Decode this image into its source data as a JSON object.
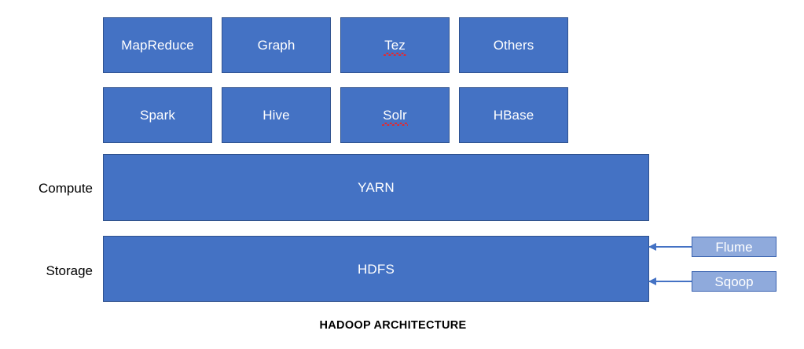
{
  "diagram": {
    "caption": "HADOOP ARCHITECTURE",
    "colors": {
      "component_fill": "#4472C4",
      "component_border": "#2F528F",
      "component_text": "#ffffff",
      "ingest_fill": "#8FAADC",
      "ingest_border": "#3A63B0",
      "arrow": "#4472C4",
      "label_text": "#000000",
      "spellcheck_underline": "#E8262B",
      "background": "#ffffff"
    },
    "processing_row_top": [
      {
        "label": "MapReduce",
        "misspelled": false
      },
      {
        "label": "Graph",
        "misspelled": false
      },
      {
        "label": "Tez",
        "misspelled": true
      },
      {
        "label": "Others",
        "misspelled": false
      }
    ],
    "processing_row_bottom": [
      {
        "label": "Spark",
        "misspelled": false
      },
      {
        "label": "Hive",
        "misspelled": false
      },
      {
        "label": "Solr",
        "misspelled": true
      },
      {
        "label": "HBase",
        "misspelled": false
      }
    ],
    "tiers": [
      {
        "tier_label": "Compute",
        "bar_label": "YARN"
      },
      {
        "tier_label": "Storage",
        "bar_label": "HDFS"
      }
    ],
    "ingestion": [
      {
        "label": "Flume"
      },
      {
        "label": "Sqoop"
      }
    ]
  }
}
